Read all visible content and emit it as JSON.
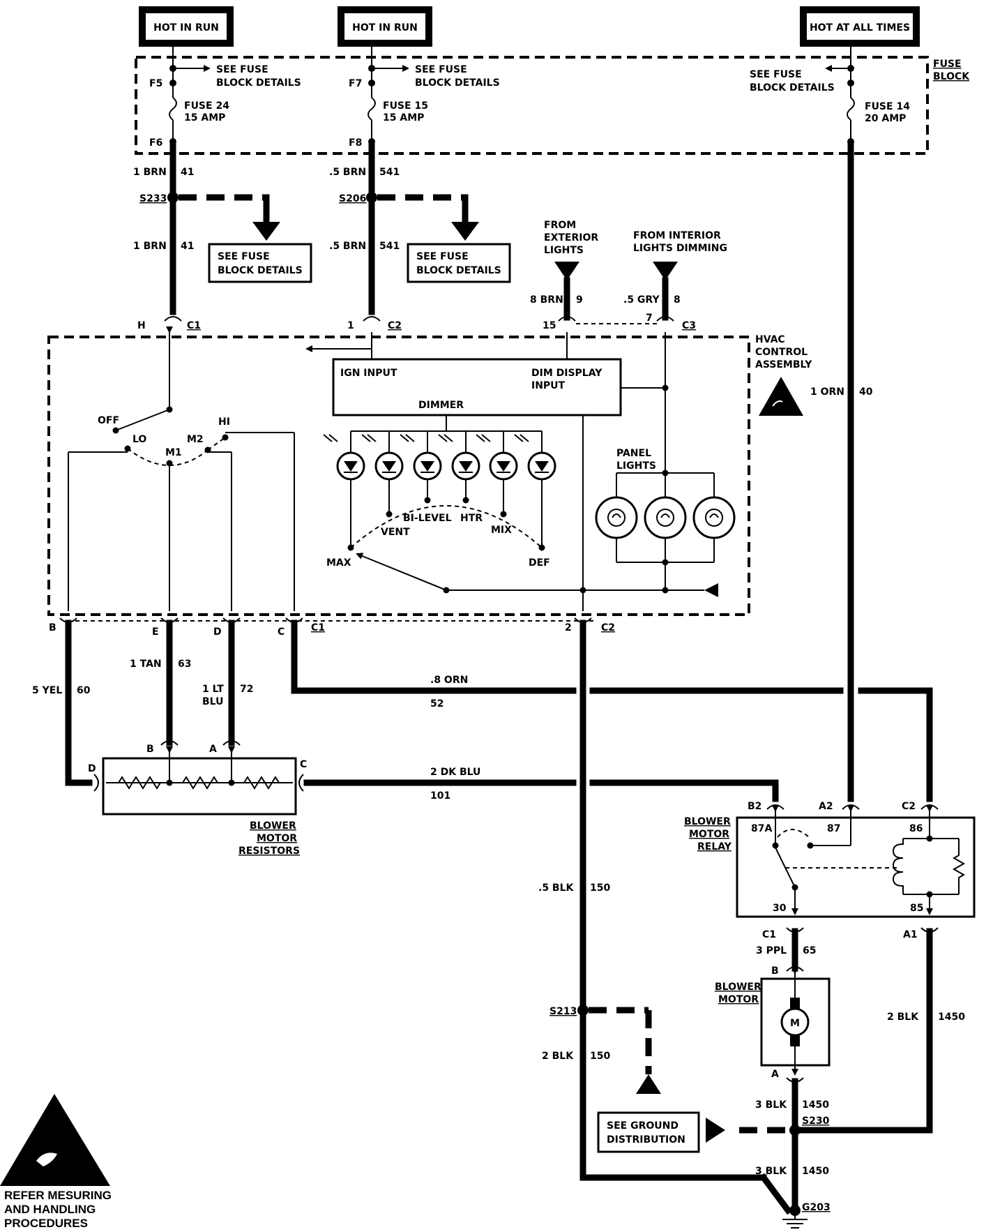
{
  "sources": {
    "hot_in_run_1": "HOT IN RUN",
    "hot_in_run_2": "HOT IN RUN",
    "hot_at_all_times": "HOT AT ALL TIMES"
  },
  "fuse_block": {
    "title_line1": "FUSE",
    "title_line2": "BLOCK",
    "see_details_1a": "SEE FUSE",
    "see_details_1b": "BLOCK DETAILS",
    "see_details_2a": "SEE FUSE",
    "see_details_2b": "BLOCK DETAILS",
    "see_details_3a": "SEE FUSE",
    "see_details_3b": "BLOCK DETAILS",
    "f5": "F5",
    "f6": "F6",
    "f7": "F7",
    "f8": "F8",
    "fuse24_name": "FUSE 24",
    "fuse24_amp": "15 AMP",
    "fuse15_name": "FUSE 15",
    "fuse15_amp": "15 AMP",
    "fuse14_name": "FUSE 14",
    "fuse14_amp": "20 AMP"
  },
  "wires": {
    "w41_a_size": "1 BRN",
    "w41_a_num": "41",
    "w41_b_size": "1 BRN",
    "w41_b_num": "41",
    "w541_a_size": ".5 BRN",
    "w541_a_num": "541",
    "w541_b_size": ".5 BRN",
    "w541_b_num": "541",
    "w9_size": "8 BRN",
    "w9_num": "9",
    "w8_size": ".5 GRY",
    "w8_num": "8",
    "w40_size": "1 ORN",
    "w40_num": "40",
    "w60_size": "5 YEL",
    "w60_num": "60",
    "w63_size": "1 TAN",
    "w63_num": "63",
    "w72_size_a": "1 LT",
    "w72_size_b": "BLU",
    "w72_num": "72",
    "w52_size": ".8 ORN",
    "w52_num": "52",
    "w101_size": "2 DK BLU",
    "w101_num": "101",
    "w150_a_size": ".5 BLK",
    "w150_a_num": "150",
    "w150_b_size": "2 BLK",
    "w150_b_num": "150",
    "w65_size": "3 PPL",
    "w65_num": "65",
    "w1450_a_size": "2 BLK",
    "w1450_a_num": "1450",
    "w1450_b_size": "3 BLK",
    "w1450_b_num": "1450",
    "w1450_c_size": "3 BLK",
    "w1450_c_num": "1450"
  },
  "splices": {
    "s233": "S233",
    "s206": "S206",
    "s213": "S213",
    "s230": "S230",
    "g203": "G203",
    "see_233a": "SEE FUSE",
    "see_233b": "BLOCK DETAILS",
    "see_206a": "SEE FUSE",
    "see_206b": "BLOCK DETAILS",
    "ground_a": "SEE GROUND",
    "ground_b": "DISTRIBUTION"
  },
  "inputs": {
    "ext_a": "FROM",
    "ext_b": "EXTERIOR",
    "ext_c": "LIGHTS",
    "int_a": "FROM INTERIOR",
    "int_b": "LIGHTS DIMMING"
  },
  "hvac": {
    "title_a": "HVAC",
    "title_b": "CONTROL",
    "title_c": "ASSEMBLY",
    "ign_input": "IGN INPUT",
    "dim_display_a": "DIM DISPLAY",
    "dim_display_b": "INPUT",
    "dimmer": "DIMMER",
    "panel_lights_a": "PANEL",
    "panel_lights_b": "LIGHTS",
    "sw_off": "OFF",
    "sw_lo": "LO",
    "sw_m1": "M1",
    "sw_m2": "M2",
    "sw_hi": "HI",
    "mode_max": "MAX",
    "mode_vent": "VENT",
    "mode_bilevel": "BI-LEVEL",
    "mode_htr": "HTR",
    "mode_mix": "MIX",
    "mode_def": "DEF"
  },
  "connectors": {
    "top_h": "H",
    "top_c1": "C1",
    "top_1": "1",
    "top_c2": "C2",
    "top_15": "15",
    "top_7": "7",
    "top_c3": "C3",
    "bot_b": "B",
    "bot_e": "E",
    "bot_d": "D",
    "bot_c": "C",
    "bot_c1": "C1",
    "bot_2": "2",
    "bot_c2": "C2",
    "res_b": "B",
    "res_a": "A",
    "res_d": "D",
    "res_c": "C",
    "relay_b2": "B2",
    "relay_a2": "A2",
    "relay_c2": "C2",
    "relay_87a": "87A",
    "relay_87": "87",
    "relay_86": "86",
    "relay_30": "30",
    "relay_85": "85",
    "relay_c1": "C1",
    "relay_a1": "A1",
    "motor_b": "B",
    "motor_a": "A",
    "motor_m": "M"
  },
  "components": {
    "resistors_a": "BLOWER",
    "resistors_b": "MOTOR",
    "resistors_c": "RESISTORS",
    "relay_a": "BLOWER",
    "relay_b": "MOTOR",
    "relay_c": "RELAY",
    "motor_a": "BLOWER",
    "motor_b": "MOTOR"
  },
  "esd_note": {
    "line1": "REFER MESURING",
    "line2": "AND HANDLING",
    "line3": "PROCEDURES"
  }
}
